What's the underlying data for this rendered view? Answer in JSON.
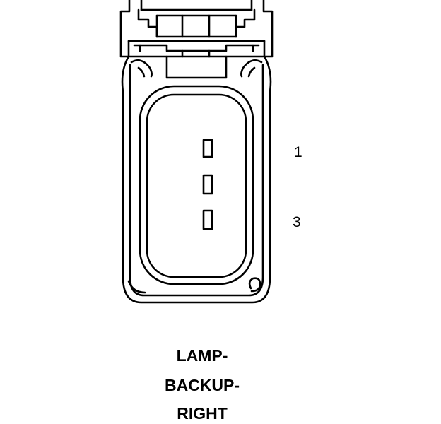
{
  "connector": {
    "pin_labels": [
      "1",
      "3"
    ],
    "title_lines": [
      "LAMP-",
      "BACKUP-",
      "RIGHT"
    ],
    "line_color": "#000000",
    "background_color": "#ffffff"
  }
}
